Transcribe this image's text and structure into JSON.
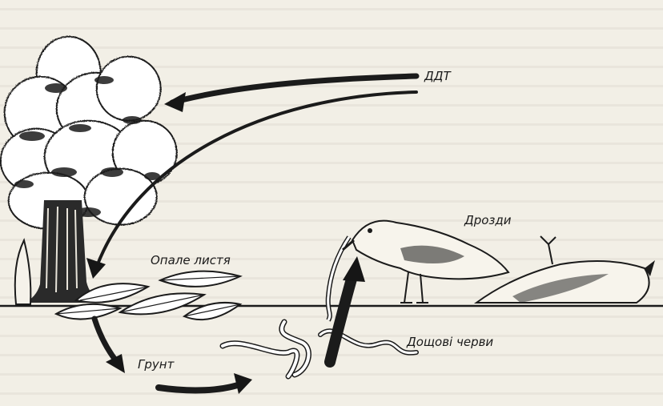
{
  "labels": {
    "ddt": "ДДТ",
    "fallen_leaves": "Опале листя",
    "soil": "Грунт",
    "earthworms": "Дощові черви",
    "thrushes": "Дрозди"
  },
  "colors": {
    "ink": "#1b1b1b",
    "paper": "#f2efe6",
    "ghost_text": "#d9d5cb"
  }
}
